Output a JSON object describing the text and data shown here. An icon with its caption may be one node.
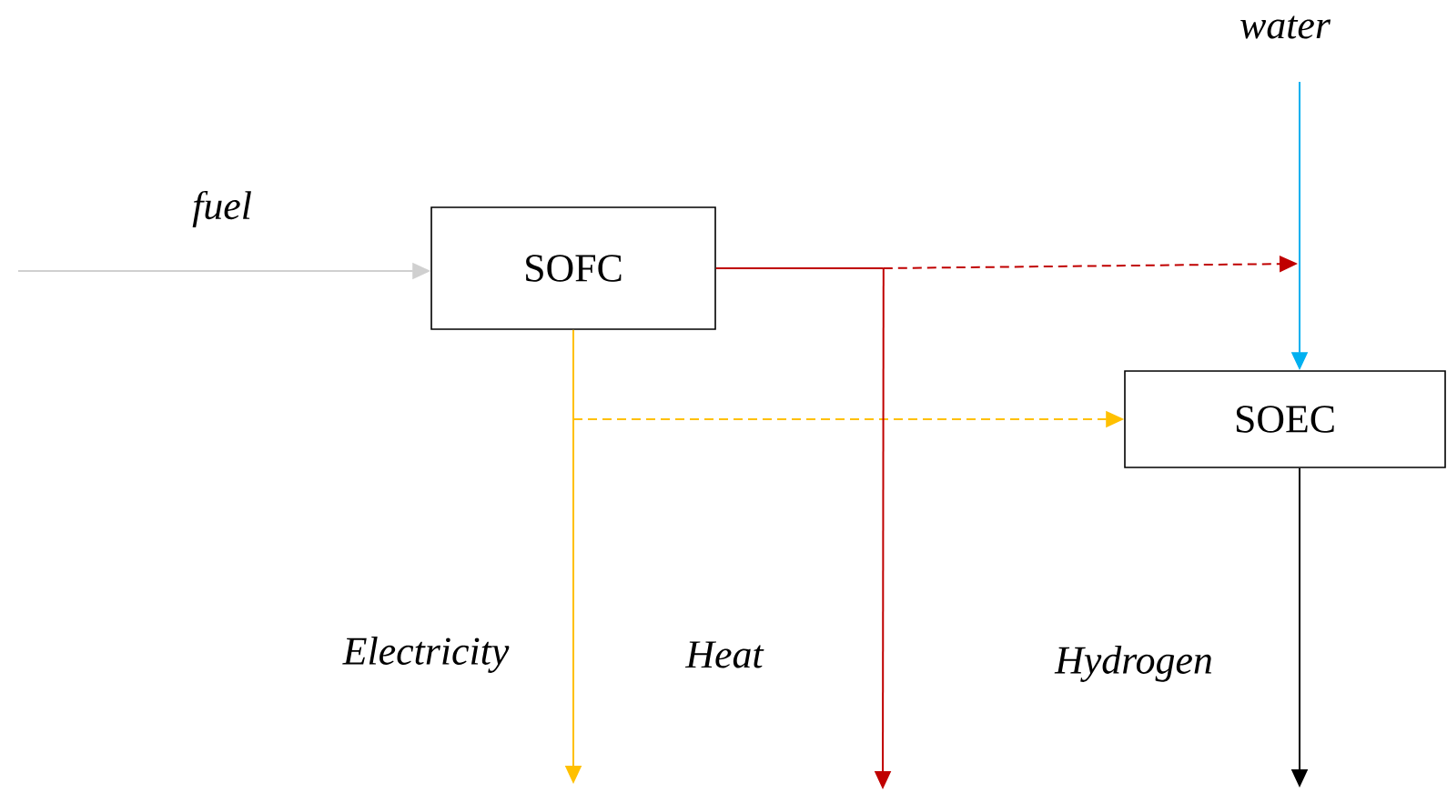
{
  "diagram": {
    "nodes": [
      {
        "text": [
          "SOFC"
        ]
      },
      {
        "text": [
          "SOEC"
        ]
      }
    ],
    "edges": [
      {
        "from": null,
        "to": 0,
        "arrow": "to",
        "label": "fuel",
        "color": "#d0d0d0"
      },
      {
        "from": null,
        "to": 1,
        "arrow": "to",
        "label": "water",
        "color": "#00b0f0"
      },
      {
        "from": 0,
        "to": null,
        "arrow": "to",
        "label": "Electricity",
        "color": "#ffc000"
      },
      {
        "from": 0,
        "to": 1,
        "arrow": "to",
        "style": "dashed",
        "color": "#ffc000"
      },
      {
        "from": 0,
        "to": null,
        "arrow": "to",
        "label": "Heat",
        "color": "#c00000"
      },
      {
        "from": 0,
        "to": null,
        "arrow": "to",
        "style": "dashed",
        "color": "#c00000"
      },
      {
        "from": 1,
        "to": null,
        "arrow": "to",
        "label": "Hydrogen",
        "color": "#000000"
      }
    ]
  }
}
